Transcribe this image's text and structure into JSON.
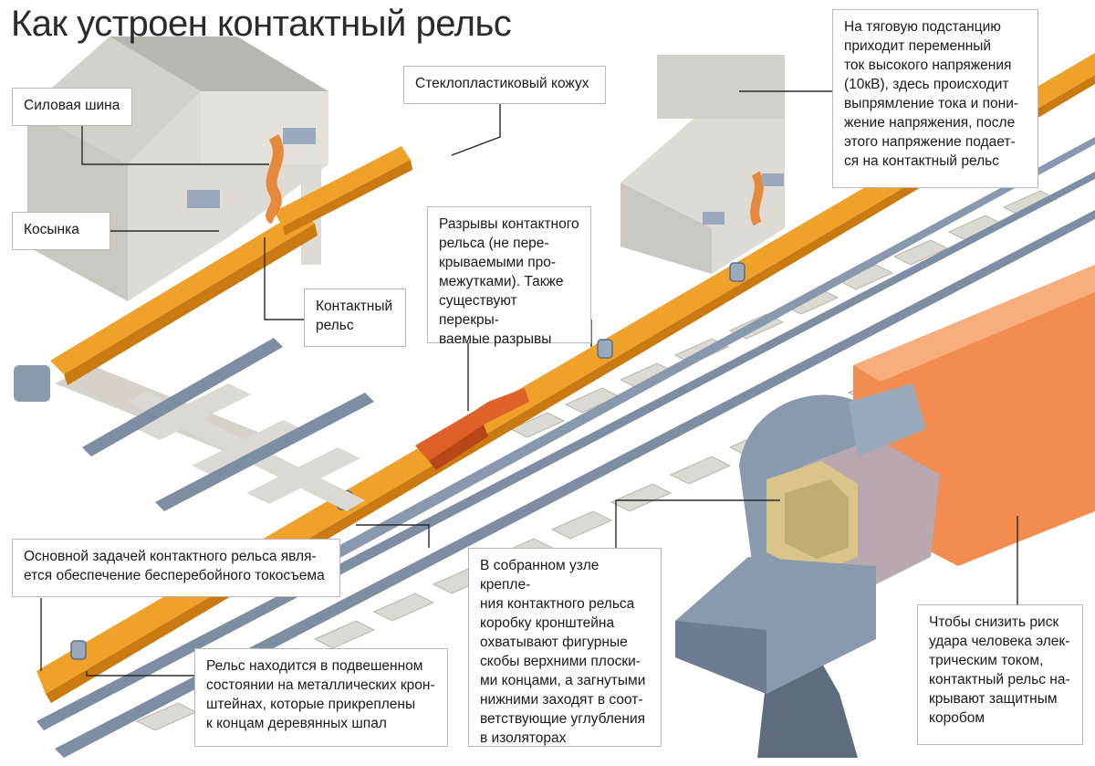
{
  "title": "Как устроен контактный рельс",
  "colors": {
    "cover": "#f0a12a",
    "cover_dark": "#c97a10",
    "cover_red": "#e0602a",
    "rail": "#8a9aae",
    "rail_dark": "#5e6c7e",
    "sleeper": "#d9d6cf",
    "building": "#cfcdc8",
    "box_orange": "#f28c50",
    "insulator": "#d9c48a"
  },
  "callouts": {
    "power_bus": "Силовая шина",
    "gusset": "Косынка",
    "fiberglass_cover": "Стеклопластиковый кожух",
    "contact_rail": "Контактный\nрельс",
    "gaps": "Разрывы контактного\nрельса (не пере-\nкрываемыми про-\nмежутками). Также\nсуществуют перекры-\nваемые разрывы",
    "substation": "На тяговую подстанцию\nприходит переменный\nток высокого напряжения\n(10кВ), здесь происходит\nвыпрямление тока и пони-\nжение напряжения, после\nэтого напряжение подает-\nся на контактный рельс",
    "main_task": "Основной задачей контактного рельса явля-\nется обеспечение бесперебойного токосъема",
    "suspended": "Рельс находится в подвешенном\nсостоянии на металлических крон-\nштейнах, которые прикреплены\nк концам деревянных шпал",
    "assembly": "В собранном узле крепле-\nния контактного рельса\nкоробку кронштейна\nохватывают фигурные\nскобы верхними плоски-\nми концами, а загнутыми\nнижними заходят в соот-\nветствующие углубления\nв изоляторах",
    "protective_box": "Чтобы снизить риск\nудара человека элек-\nтрическим током,\nконтактный рельс на-\nкрывают защитным\nкоробом"
  }
}
